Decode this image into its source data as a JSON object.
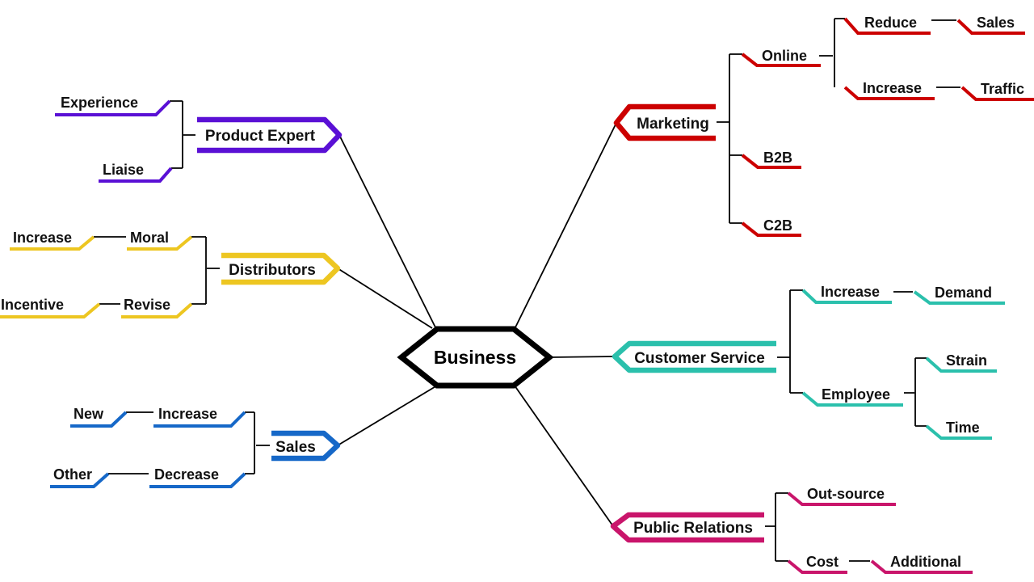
{
  "diagram": {
    "type": "mind-map",
    "center": {
      "label": "Business",
      "color": "#000000"
    },
    "branches": [
      {
        "label": "Marketing",
        "color": "#cc0000",
        "children": [
          {
            "label": "Online",
            "children": [
              {
                "label": "Reduce",
                "children": [
                  {
                    "label": "Sales"
                  }
                ]
              },
              {
                "label": "Increase",
                "children": [
                  {
                    "label": "Traffic"
                  }
                ]
              }
            ]
          },
          {
            "label": "B2B"
          },
          {
            "label": "C2B"
          }
        ]
      },
      {
        "label": "Customer Service",
        "color": "#2bc0ac",
        "children": [
          {
            "label": "Increase",
            "children": [
              {
                "label": "Demand"
              }
            ]
          },
          {
            "label": "Employee",
            "children": [
              {
                "label": "Strain"
              },
              {
                "label": "Time"
              }
            ]
          }
        ]
      },
      {
        "label": "Public Relations",
        "color": "#c9156b",
        "children": [
          {
            "label": "Out-source"
          },
          {
            "label": "Cost",
            "children": [
              {
                "label": "Additional"
              }
            ]
          }
        ]
      },
      {
        "label": "Sales",
        "color": "#1668c8",
        "children": [
          {
            "label": "Increase",
            "children": [
              {
                "label": "New"
              }
            ]
          },
          {
            "label": "Decrease",
            "children": [
              {
                "label": "Other"
              }
            ]
          }
        ]
      },
      {
        "label": "Distributors",
        "color": "#edc621",
        "children": [
          {
            "label": "Moral",
            "children": [
              {
                "label": "Increase"
              }
            ]
          },
          {
            "label": "Revise",
            "children": [
              {
                "label": "Incentive"
              }
            ]
          }
        ]
      },
      {
        "label": "Product Expert",
        "color": "#5a10d5",
        "children": [
          {
            "label": "Experience"
          },
          {
            "label": "Liaise"
          }
        ]
      }
    ]
  }
}
